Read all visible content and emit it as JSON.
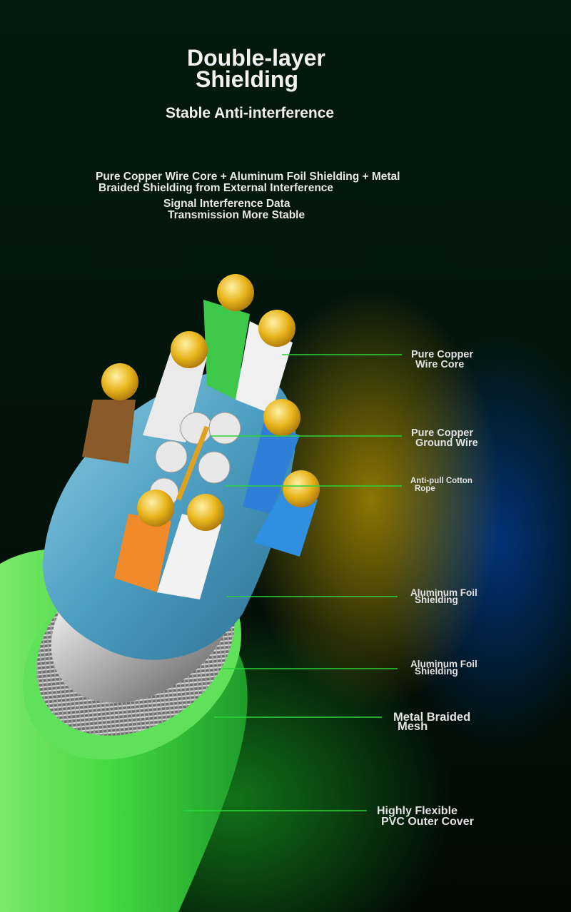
{
  "header": {
    "title_line1": "Double-layer",
    "title_line2": "Shielding",
    "subtitle": "Stable Anti-interference"
  },
  "description": {
    "line1": "Pure Copper Wire Core + Aluminum Foil Shielding + Metal",
    "line2": "Braided Shielding from External Interference",
    "line3": "Signal Interference Data",
    "line4": "Transmission More Stable"
  },
  "callouts": [
    {
      "line1": "Pure Copper",
      "line2": "Wire Core"
    },
    {
      "line1": "Pure Copper",
      "line2": "Ground Wire"
    },
    {
      "line1": "Anti-pull Cotton",
      "line2": "Rope"
    },
    {
      "line1": "Aluminum Foil",
      "line2": "Shielding"
    },
    {
      "line1": "Aluminum Foil",
      "line2": "Shielding"
    },
    {
      "line1": "Metal Braided",
      "line2": "Mesh"
    },
    {
      "line1": "Highly Flexible",
      "line2": "PVC Outer Cover"
    }
  ],
  "colors": {
    "leader_line": "#2bd43a",
    "outer_jacket": "#3ed641",
    "copper": "#e8b51c",
    "foil": "#58a8c9",
    "background": "#03140a"
  }
}
